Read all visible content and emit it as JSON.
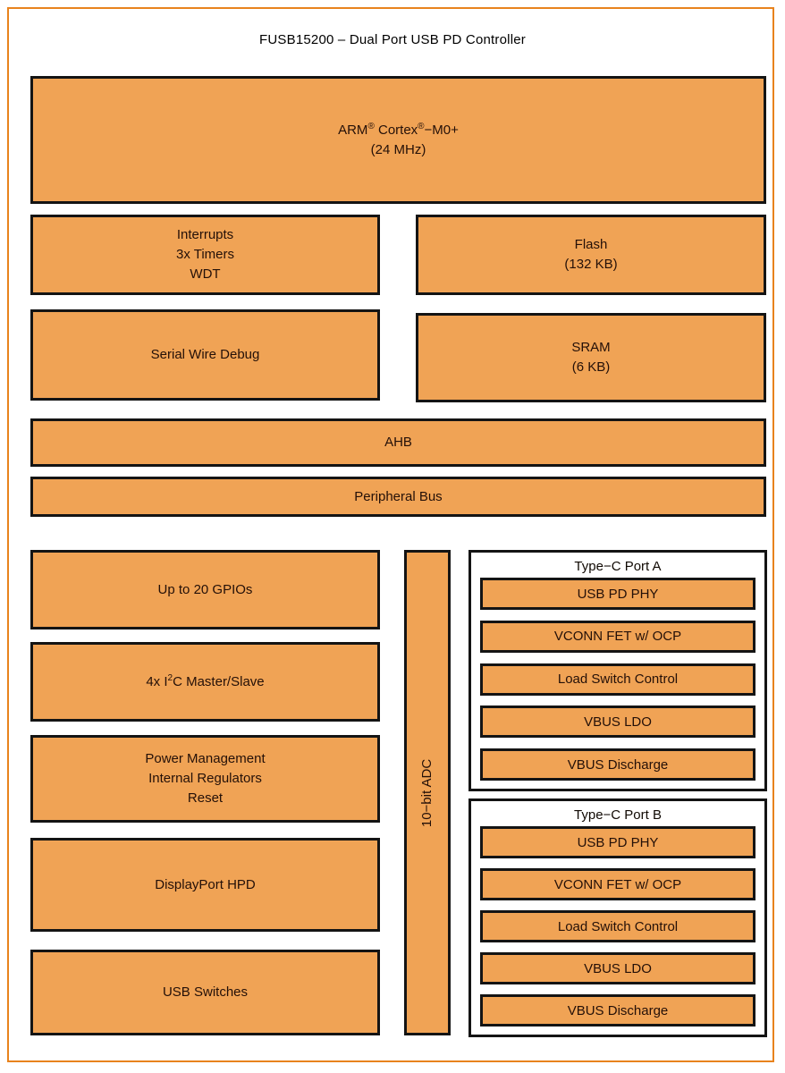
{
  "title": "FUSB15200 – Dual Port USB PD Controller",
  "colors": {
    "block_fill": "#f0a355",
    "block_border": "#141414",
    "outer_border": "#e8831d",
    "text": "#241008",
    "background": "#ffffff"
  },
  "cpu": {
    "name_p1": "ARM",
    "name_sup1": "®",
    "name_p2": " Cortex",
    "name_sup2": "®",
    "name_p3": "−M0+",
    "freq": "(24 MHz)"
  },
  "interrupts": {
    "line1": "Interrupts",
    "line2": "3x Timers",
    "line3": "WDT"
  },
  "flash": {
    "line1": "Flash",
    "line2": "(132 KB)"
  },
  "swd": {
    "label": "Serial Wire Debug"
  },
  "sram": {
    "line1": "SRAM",
    "line2": "(6 KB)"
  },
  "ahb": {
    "label": "AHB"
  },
  "peripheral_bus": {
    "label": "Peripheral Bus"
  },
  "gpio": {
    "label": "Up to 20 GPIOs"
  },
  "i2c": {
    "p1": "4x I",
    "sup": "2",
    "p2": "C Master/Slave"
  },
  "power": {
    "line1": "Power Management",
    "line2": "Internal Regulators",
    "line3": "Reset"
  },
  "displayport": {
    "label": "DisplayPort HPD"
  },
  "usb_switches": {
    "label": "USB Switches"
  },
  "adc": {
    "label": "10−bit ADC"
  },
  "port_a": {
    "title": "Type−C Port A",
    "items": [
      "USB PD PHY",
      "VCONN FET w/ OCP",
      "Load Switch Control",
      "VBUS LDO",
      "VBUS Discharge"
    ]
  },
  "port_b": {
    "title": "Type−C Port B",
    "items": [
      "USB PD PHY",
      "VCONN FET w/ OCP",
      "Load Switch Control",
      "VBUS LDO",
      "VBUS Discharge"
    ]
  }
}
